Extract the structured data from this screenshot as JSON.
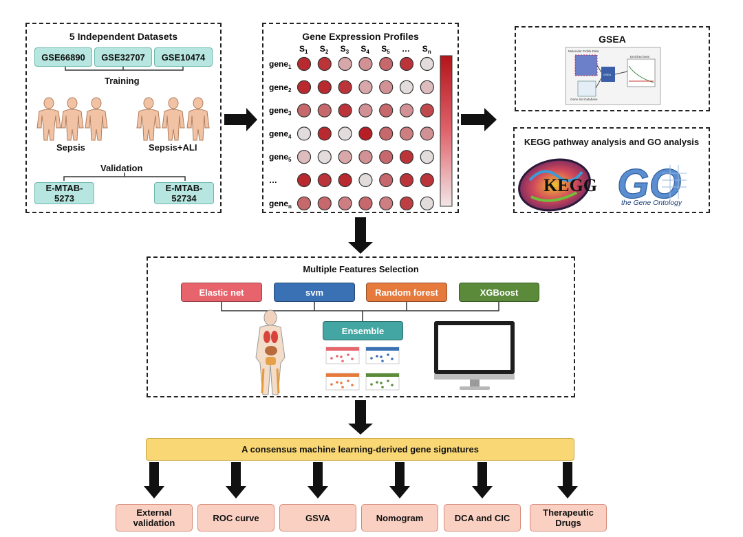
{
  "datasets": {
    "title": "5 Independent Datasets",
    "training_ids": [
      "GSE66890",
      "GSE32707",
      "GSE10474"
    ],
    "training_label": "Training",
    "group_sepsis": "Sepsis",
    "group_sepsis_ali": "Sepsis+ALI",
    "validation_label": "Validation",
    "validation_ids": [
      "E-MTAB-\n5273",
      "E-MTAB-\n52734"
    ]
  },
  "profiles": {
    "title": "Gene Expression Profiles",
    "samples": [
      "S",
      "S",
      "S",
      "S",
      "S",
      "…",
      "S"
    ],
    "sample_subs": [
      "1",
      "2",
      "3",
      "4",
      "5",
      "",
      "n"
    ],
    "genes": [
      "gene",
      "gene",
      "gene",
      "gene",
      "gene",
      "…",
      "gene"
    ],
    "gene_subs": [
      "1",
      "2",
      "3",
      "4",
      "5",
      "",
      "n"
    ],
    "heat": [
      [
        0.9,
        0.85,
        0.3,
        0.4,
        0.6,
        0.85,
        0.05
      ],
      [
        0.9,
        0.9,
        0.85,
        0.3,
        0.4,
        0.05,
        0.2
      ],
      [
        0.6,
        0.6,
        0.85,
        0.4,
        0.6,
        0.4,
        0.75
      ],
      [
        0.05,
        0.9,
        0.05,
        0.95,
        0.6,
        0.5,
        0.4
      ],
      [
        0.2,
        0.05,
        0.3,
        0.4,
        0.6,
        0.85,
        0.05
      ],
      [
        0.9,
        0.85,
        0.9,
        0.05,
        0.6,
        0.85,
        0.85
      ],
      [
        0.6,
        0.6,
        0.5,
        0.6,
        0.5,
        0.8,
        0.05
      ]
    ],
    "colors": {
      "low": "#e6e6e6",
      "high": "#b3151b"
    }
  },
  "gsea": {
    "title": "GSEA",
    "fig_label_1": "Molecular Profile Data",
    "fig_label_2": "Enriched Sets",
    "fig_label_3": "Gene Set Database",
    "fig_center": "GSEA"
  },
  "kegg_go": {
    "title": "KEGG pathway analysis and GO analysis",
    "kegg_logo": "KEGG",
    "go_logo": "GO",
    "go_sub": "the Gene Ontology"
  },
  "features": {
    "title": "Multiple Features Selection",
    "methods": [
      "Elastic net",
      "svm",
      "Random forest",
      "XGBoost"
    ],
    "method_colors": [
      "#e8646d",
      "#3a70b4",
      "#e57a3c",
      "#5a8a3a"
    ],
    "ensemble": "Ensemble"
  },
  "consensus": "A consensus machine learning-derived gene signatures",
  "outputs": [
    "External\nvalidation",
    "ROC curve",
    "GSVA",
    "Nomogram",
    "DCA and CIC",
    "Therapeutic\nDrugs"
  ]
}
